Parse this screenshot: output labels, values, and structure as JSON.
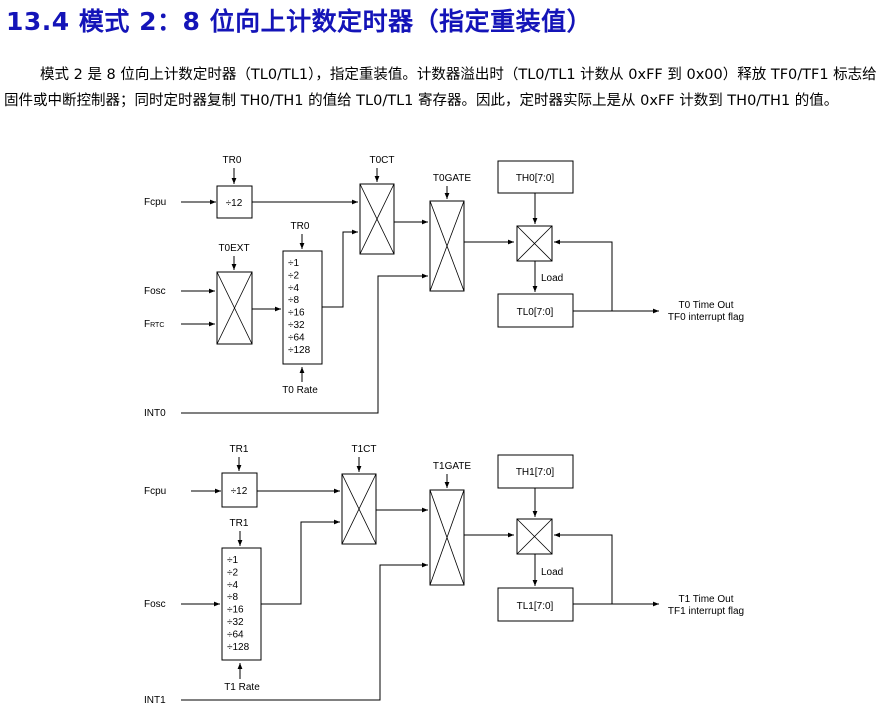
{
  "heading": "13.4  模式 2：8 位向上计数定时器（指定重装值）",
  "paragraph": "模式 2 是 8 位向上计数定时器（TL0/TL1），指定重装值。计数器溢出时（TL0/TL1 计数从 0xFF 到 0x00）释放 TF0/TF1 标志给固件或中断控制器；同时定时器复制 TH0/TH1 的值给 TL0/TL1 寄存器。因此，定时器实际上是从 0xFF 计数到 TH0/TH1 的值。",
  "timer0": {
    "fcpu": "Fcpu",
    "tr0_top": "TR0",
    "div12": "÷12",
    "t0ct": "T0CT",
    "t0ext": "T0EXT",
    "tr0_mid": "TR0",
    "fosc": "Fosc",
    "frtc_main": "F",
    "frtc_sub": "RTC",
    "prescaler": [
      "÷1",
      "÷2",
      "÷4",
      "÷8",
      "÷16",
      "÷32",
      "÷64",
      "÷128"
    ],
    "rate": "T0 Rate",
    "gate": "T0GATE",
    "int": "INT0",
    "th": "TH0[7:0]",
    "tl": "TL0[7:0]",
    "load": "Load",
    "out1": "T0 Time Out",
    "out2": "TF0 interrupt flag"
  },
  "timer1": {
    "fcpu": "Fcpu",
    "tr1_top": "TR1",
    "div12": "÷12",
    "t1ct": "T1CT",
    "tr1_mid": "TR1",
    "fosc": "Fosc",
    "prescaler": [
      "÷1",
      "÷2",
      "÷4",
      "÷8",
      "÷16",
      "÷32",
      "÷64",
      "÷128"
    ],
    "rate": "T1 Rate",
    "gate": "T1GATE",
    "int": "INT1",
    "th": "TH1[7:0]",
    "tl": "TL1[7:0]",
    "load": "Load",
    "out1": "T1 Time Out",
    "out2": "TF1 interrupt flag"
  }
}
